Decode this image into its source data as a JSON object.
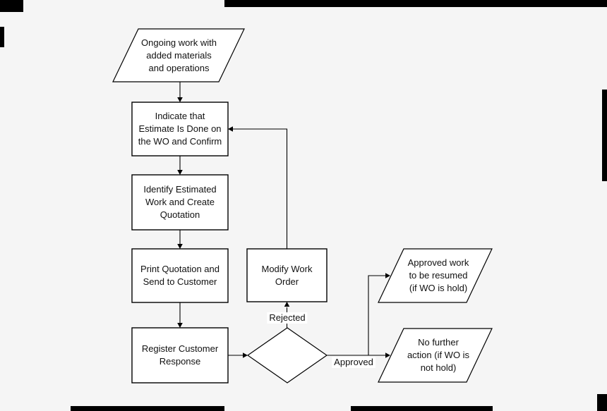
{
  "canvas": {
    "background_color": "#f5f5f5",
    "shape_fill_color": "#ffffff",
    "line_color": "#000000",
    "text_color": "#111111",
    "artifact_color": "#000000"
  },
  "diagram": {
    "nodes": [
      {
        "id": "start",
        "type": "parallelogram",
        "label": "Ongoing work with\nadded materials\nand operations"
      },
      {
        "id": "indicate-estimate-done",
        "type": "process",
        "label": "Indicate that\nEstimate Is Done on\nthe WO and Confirm"
      },
      {
        "id": "identify-estimated-work",
        "type": "process",
        "label": "Identify Estimated\nWork and Create\nQuotation"
      },
      {
        "id": "print-quotation",
        "type": "process",
        "label": "Print Quotation and\nSend to Customer"
      },
      {
        "id": "register-customer-response",
        "type": "process",
        "label": "Register Customer\nResponse"
      },
      {
        "id": "modify-work-order",
        "type": "process",
        "label": "Modify Work\nOrder"
      },
      {
        "id": "customer-decision",
        "type": "decision",
        "label": ""
      },
      {
        "id": "approved-work-resumed",
        "type": "parallelogram",
        "label": "Approved work\nto be resumed\n(if WO is hold)"
      },
      {
        "id": "no-further-action",
        "type": "parallelogram",
        "label": "No further\naction (if WO is\nnot hold)"
      }
    ],
    "edges": [
      {
        "from": "start",
        "to": "indicate-estimate-done",
        "label": ""
      },
      {
        "from": "indicate-estimate-done",
        "to": "identify-estimated-work",
        "label": ""
      },
      {
        "from": "identify-estimated-work",
        "to": "print-quotation",
        "label": ""
      },
      {
        "from": "print-quotation",
        "to": "register-customer-response",
        "label": ""
      },
      {
        "from": "register-customer-response",
        "to": "customer-decision",
        "label": ""
      },
      {
        "from": "customer-decision",
        "to": "modify-work-order",
        "label": "Rejected"
      },
      {
        "from": "modify-work-order",
        "to": "indicate-estimate-done",
        "label": ""
      },
      {
        "from": "customer-decision",
        "to": "approved-work-resumed",
        "label": "Approved"
      },
      {
        "from": "customer-decision",
        "to": "no-further-action",
        "label": ""
      }
    ]
  }
}
